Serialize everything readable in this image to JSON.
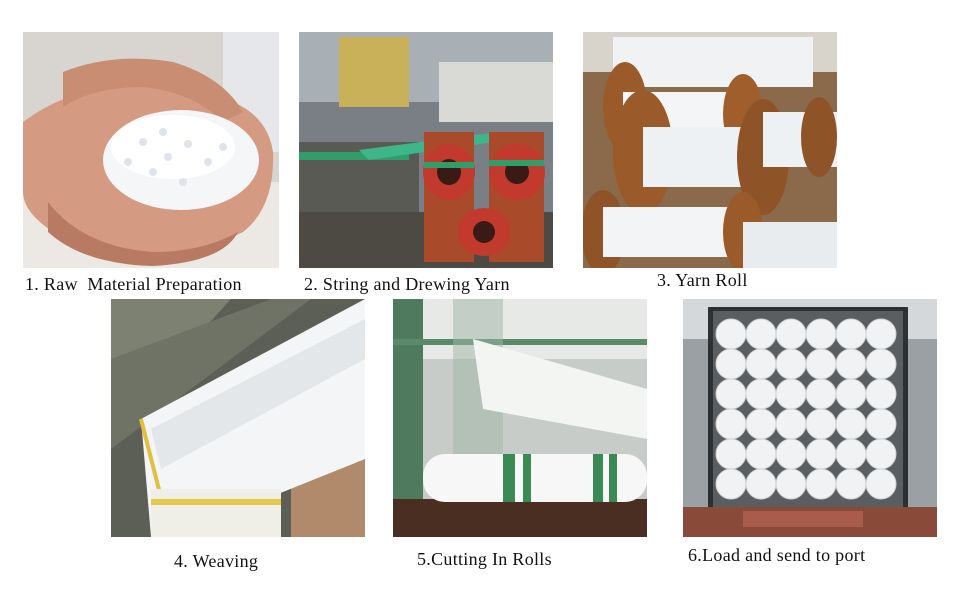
{
  "steps": [
    {
      "caption": "1. Raw  Material Preparation",
      "image": "plastic-pellets-in-hands"
    },
    {
      "caption": "2. String and Drewing Yarn",
      "image": "yarn-drawing-machine"
    },
    {
      "caption": "3. Yarn Roll",
      "image": "yarn-spools"
    },
    {
      "caption": "4. Weaving",
      "image": "woven-net-rolls"
    },
    {
      "caption": "5.Cutting In Rolls",
      "image": "net-roll-cutting"
    },
    {
      "caption": "6.Load and send to port",
      "image": "loaded-shipping-container"
    }
  ]
}
